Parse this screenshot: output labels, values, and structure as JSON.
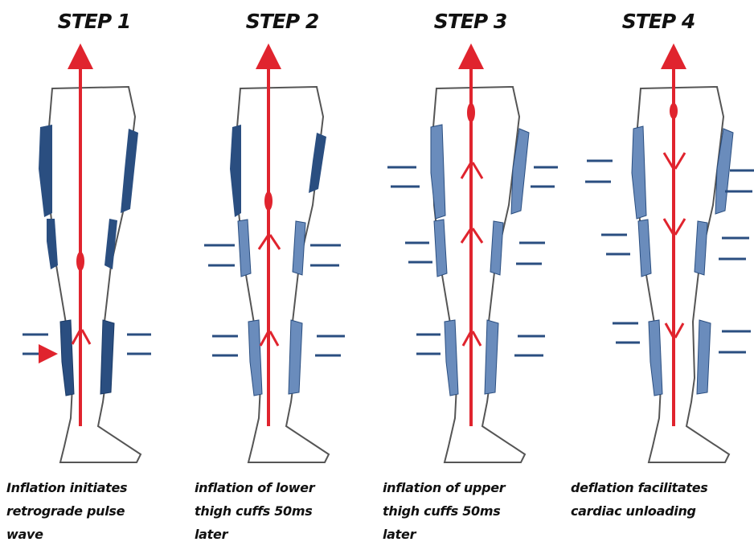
{
  "colors": {
    "cuff": "#2a4e80",
    "cuff_light": "#6a8cbc",
    "artery": "#e0242e",
    "artery_light": "#f2777e",
    "outline": "#555555"
  },
  "steps": [
    {
      "title": "STEP 1",
      "caption": "Inflation initiates\nretrograde pulse\nwave"
    },
    {
      "title": "STEP 2",
      "caption": "inflation of lower\nthigh cuffs 50ms\nlater"
    },
    {
      "title": "STEP 3",
      "caption": "inflation of upper\nthigh cuffs 50ms\nlater"
    },
    {
      "title": "STEP 4",
      "caption": "deflation facilitates\ncardiac unloading"
    }
  ]
}
